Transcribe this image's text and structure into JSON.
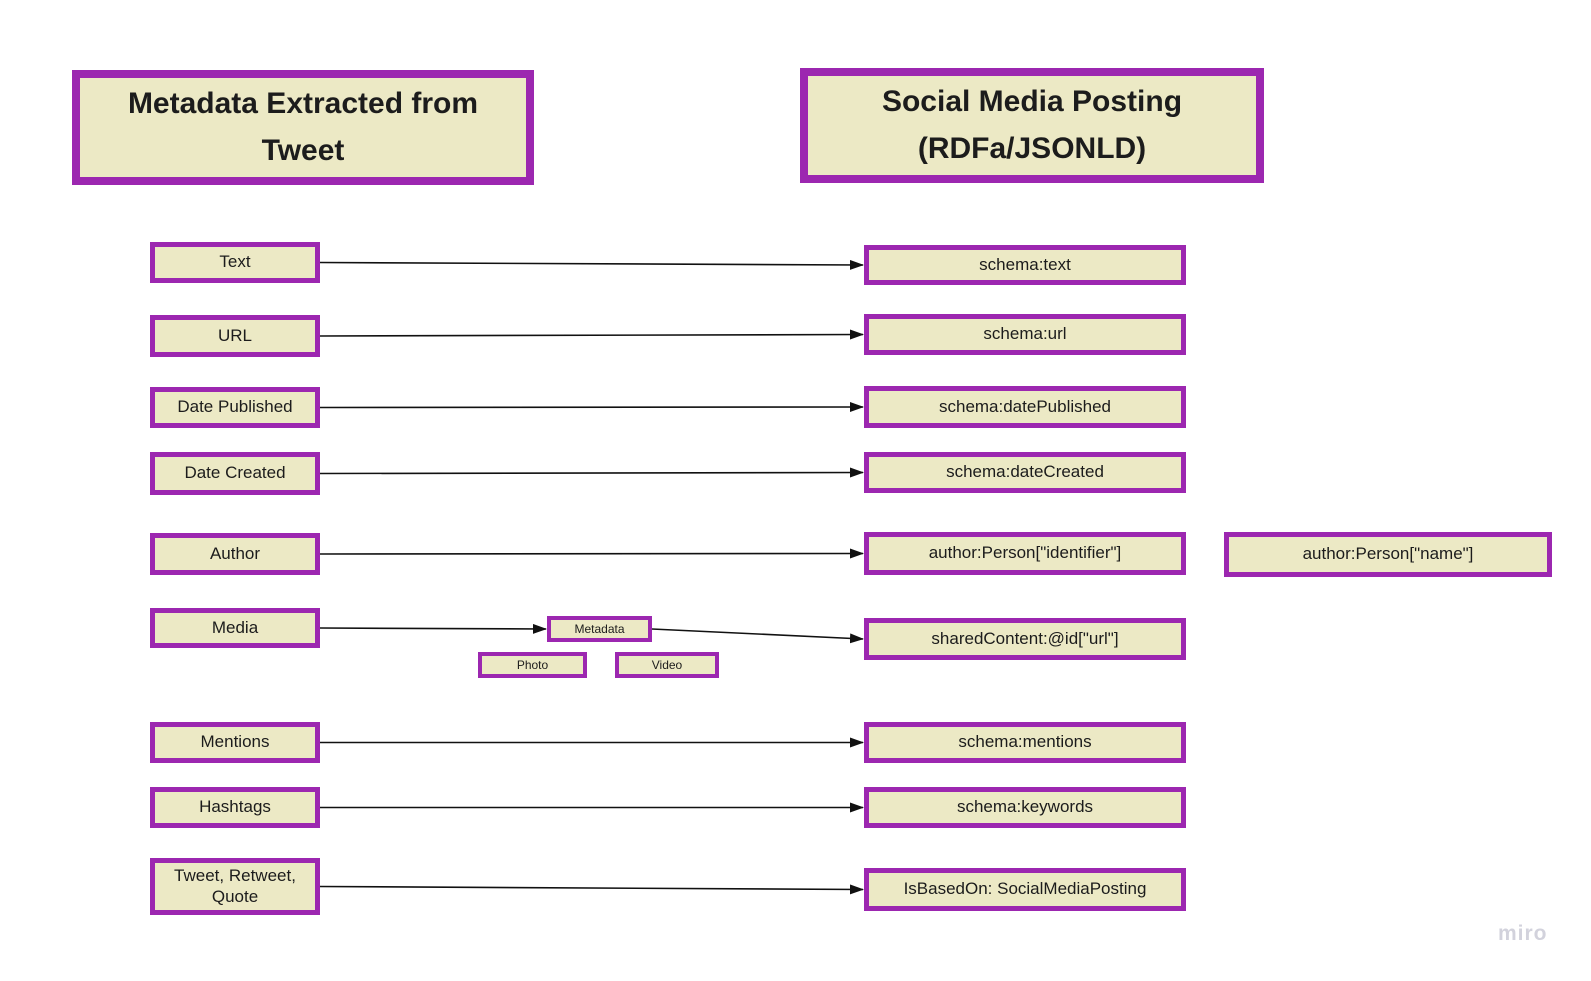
{
  "colors": {
    "border": "#9c27b0",
    "fill": "#ece9c5",
    "line": "#111111",
    "text": "#1c1c1c",
    "watermark": "#d2d2dc",
    "bg": "#ffffff"
  },
  "nodes": {
    "header_left": {
      "label": "Metadata Extracted from Tweet"
    },
    "header_right": {
      "label": "Social Media Posting (RDFa/JSONLD)"
    },
    "text": {
      "label": "Text"
    },
    "url": {
      "label": "URL"
    },
    "date_published": {
      "label": "Date Published"
    },
    "date_created": {
      "label": "Date Created"
    },
    "author": {
      "label": "Author"
    },
    "media": {
      "label": "Media"
    },
    "mentions": {
      "label": "Mentions"
    },
    "hashtags": {
      "label": "Hashtags"
    },
    "tweet_retweet_quote": {
      "label": "Tweet, Retweet, Quote"
    },
    "schema_text": {
      "label": "schema:text"
    },
    "schema_url": {
      "label": "schema:url"
    },
    "schema_date_published": {
      "label": "schema:datePublished"
    },
    "schema_date_created": {
      "label": "schema:dateCreated"
    },
    "author_person_identifier": {
      "label": "author:Person[\"identifier\"]"
    },
    "shared_content_id_url": {
      "label": "sharedContent:@id[\"url\"]"
    },
    "schema_mentions": {
      "label": "schema:mentions"
    },
    "schema_keywords": {
      "label": "schema:keywords"
    },
    "is_based_on": {
      "label": "IsBasedOn: SocialMediaPosting"
    },
    "author_person_name": {
      "label": "author:Person[\"name\"]"
    },
    "metadata": {
      "label": "Metadata"
    },
    "photo": {
      "label": "Photo"
    },
    "video": {
      "label": "Video"
    }
  },
  "edges": [
    {
      "from": "text",
      "to": "schema_text"
    },
    {
      "from": "url",
      "to": "schema_url"
    },
    {
      "from": "date_published",
      "to": "schema_date_published"
    },
    {
      "from": "date_created",
      "to": "schema_date_created"
    },
    {
      "from": "author",
      "to": "author_person_identifier"
    },
    {
      "from": "media",
      "to": "metadata"
    },
    {
      "from": "metadata",
      "to": "shared_content_id_url"
    },
    {
      "from": "mentions",
      "to": "schema_mentions"
    },
    {
      "from": "hashtags",
      "to": "schema_keywords"
    },
    {
      "from": "tweet_retweet_quote",
      "to": "is_based_on"
    }
  ],
  "watermark": "miro"
}
